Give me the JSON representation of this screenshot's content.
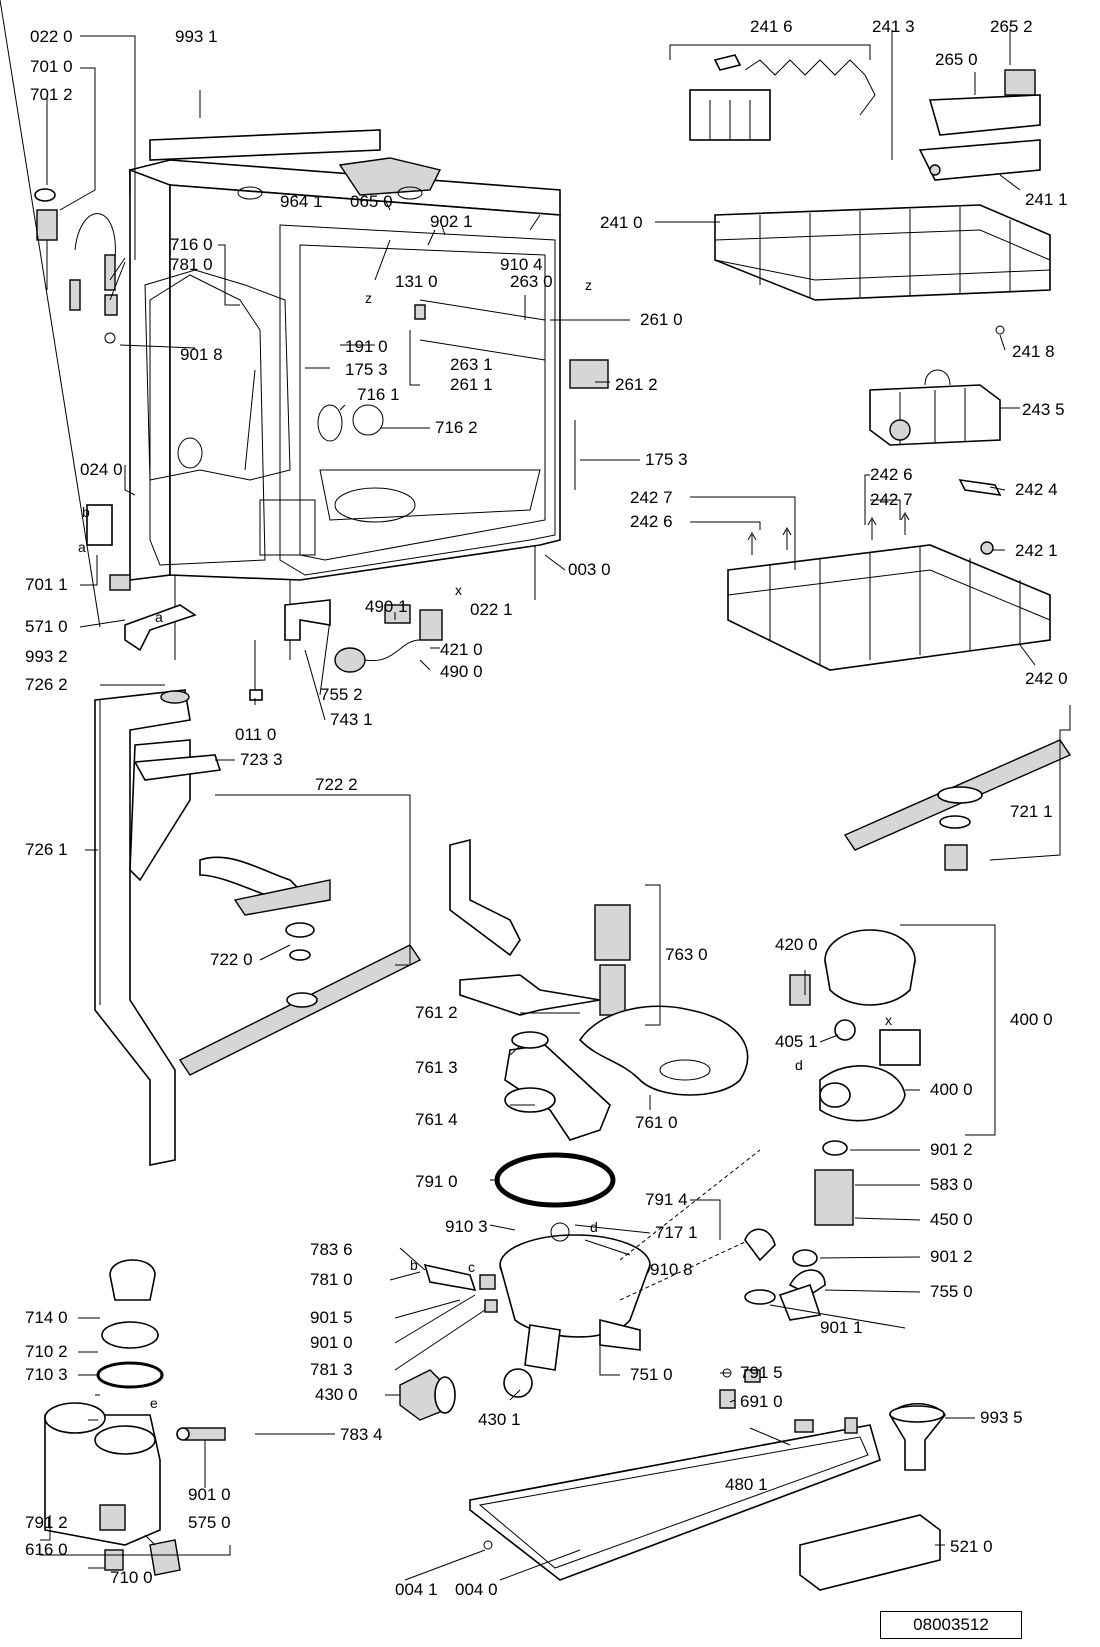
{
  "document_id": "08003512",
  "labels": [
    {
      "key": "l022_0",
      "text": "022 0"
    },
    {
      "key": "l993_1",
      "text": "993 1"
    },
    {
      "key": "l701_0",
      "text": "701 0"
    },
    {
      "key": "l701_2",
      "text": "701 2"
    },
    {
      "key": "l964_1",
      "text": "964 1"
    },
    {
      "key": "l065_0",
      "text": "065 0"
    },
    {
      "key": "l902_1",
      "text": "902 1"
    },
    {
      "key": "l910_4",
      "text": "910 4"
    },
    {
      "key": "l716_0",
      "text": "716 0"
    },
    {
      "key": "l781_0a",
      "text": "781 0"
    },
    {
      "key": "l131_0",
      "text": "131 0"
    },
    {
      "key": "l263_0",
      "text": "263 0"
    },
    {
      "key": "l261_0",
      "text": "261 0"
    },
    {
      "key": "l901_8",
      "text": "901 8"
    },
    {
      "key": "l191_0",
      "text": "191 0"
    },
    {
      "key": "l175_3a",
      "text": "175 3"
    },
    {
      "key": "l263_1",
      "text": "263 1"
    },
    {
      "key": "l261_1",
      "text": "261 1"
    },
    {
      "key": "l261_2",
      "text": "261 2"
    },
    {
      "key": "l716_1",
      "text": "716 1"
    },
    {
      "key": "l716_2",
      "text": "716 2"
    },
    {
      "key": "l175_3b",
      "text": "175 3"
    },
    {
      "key": "l024_0",
      "text": "024 0"
    },
    {
      "key": "l701_1",
      "text": "701 1"
    },
    {
      "key": "l003_0",
      "text": "003 0"
    },
    {
      "key": "l571_0",
      "text": "571 0"
    },
    {
      "key": "l490_1",
      "text": "490 1"
    },
    {
      "key": "l022_1",
      "text": "022 1"
    },
    {
      "key": "l993_2",
      "text": "993 2"
    },
    {
      "key": "l421_0",
      "text": "421 0"
    },
    {
      "key": "l490_0",
      "text": "490 0"
    },
    {
      "key": "l726_2",
      "text": "726 2"
    },
    {
      "key": "l755_2",
      "text": "755 2"
    },
    {
      "key": "l011_0",
      "text": "011 0"
    },
    {
      "key": "l743_1",
      "text": "743 1"
    },
    {
      "key": "l723_3",
      "text": "723 3"
    },
    {
      "key": "l722_2",
      "text": "722 2"
    },
    {
      "key": "l726_1",
      "text": "726 1"
    },
    {
      "key": "l722_0",
      "text": "722 0"
    },
    {
      "key": "l241_6",
      "text": "241 6"
    },
    {
      "key": "l241_3",
      "text": "241 3"
    },
    {
      "key": "l265_2",
      "text": "265 2"
    },
    {
      "key": "l265_0",
      "text": "265 0"
    },
    {
      "key": "l241_1",
      "text": "241 1"
    },
    {
      "key": "l241_0",
      "text": "241 0"
    },
    {
      "key": "l241_8",
      "text": "241 8"
    },
    {
      "key": "l243_5",
      "text": "243 5"
    },
    {
      "key": "l242_6a",
      "text": "242 6"
    },
    {
      "key": "l242_7a",
      "text": "242 7"
    },
    {
      "key": "l242_7b",
      "text": "242 7"
    },
    {
      "key": "l242_6b",
      "text": "242 6"
    },
    {
      "key": "l242_4",
      "text": "242 4"
    },
    {
      "key": "l242_1",
      "text": "242 1"
    },
    {
      "key": "l242_0",
      "text": "242 0"
    },
    {
      "key": "l721_1",
      "text": "721 1"
    },
    {
      "key": "l763_0",
      "text": "763 0"
    },
    {
      "key": "l420_0",
      "text": "420 0"
    },
    {
      "key": "l400_0a",
      "text": "400 0"
    },
    {
      "key": "l761_2",
      "text": "761 2"
    },
    {
      "key": "l405_1",
      "text": "405 1"
    },
    {
      "key": "l761_3",
      "text": "761 3"
    },
    {
      "key": "l400_0b",
      "text": "400 0"
    },
    {
      "key": "l761_4",
      "text": "761 4"
    },
    {
      "key": "l761_0",
      "text": "761 0"
    },
    {
      "key": "l901_2a",
      "text": "901 2"
    },
    {
      "key": "l791_0",
      "text": "791 0"
    },
    {
      "key": "l791_4",
      "text": "791 4"
    },
    {
      "key": "l583_0",
      "text": "583 0"
    },
    {
      "key": "l910_3",
      "text": "910 3"
    },
    {
      "key": "l717_1",
      "text": "717 1"
    },
    {
      "key": "l450_0",
      "text": "450 0"
    },
    {
      "key": "l783_6",
      "text": "783 6"
    },
    {
      "key": "l910_8",
      "text": "910 8"
    },
    {
      "key": "l901_2b",
      "text": "901 2"
    },
    {
      "key": "l781_0b",
      "text": "781 0"
    },
    {
      "key": "l755_0",
      "text": "755 0"
    },
    {
      "key": "l714_0",
      "text": "714 0"
    },
    {
      "key": "l901_5",
      "text": "901 5"
    },
    {
      "key": "l901_0a",
      "text": "901 0"
    },
    {
      "key": "l901_1",
      "text": "901 1"
    },
    {
      "key": "l710_2",
      "text": "710 2"
    },
    {
      "key": "l781_3",
      "text": "781 3"
    },
    {
      "key": "l791_5",
      "text": "791 5"
    },
    {
      "key": "l751_0",
      "text": "751 0"
    },
    {
      "key": "l691_0",
      "text": "691 0"
    },
    {
      "key": "l710_3",
      "text": "710 3"
    },
    {
      "key": "l430_0",
      "text": "430 0"
    },
    {
      "key": "l430_1",
      "text": "430 1"
    },
    {
      "key": "l783_4",
      "text": "783 4"
    },
    {
      "key": "l480_1",
      "text": "480 1"
    },
    {
      "key": "l993_5",
      "text": "993 5"
    },
    {
      "key": "l901_0b",
      "text": "901 0"
    },
    {
      "key": "l791_2",
      "text": "791 2"
    },
    {
      "key": "l575_0",
      "text": "575 0"
    },
    {
      "key": "l616_0",
      "text": "616 0"
    },
    {
      "key": "l521_0",
      "text": "521 0"
    },
    {
      "key": "l004_1",
      "text": "004 1"
    },
    {
      "key": "l004_0",
      "text": "004 0"
    },
    {
      "key": "l710_0",
      "text": "710 0"
    }
  ],
  "letters": [
    {
      "key": "la",
      "text": "a"
    },
    {
      "key": "lb",
      "text": "b"
    },
    {
      "key": "la2",
      "text": "a"
    },
    {
      "key": "lx",
      "text": "x"
    },
    {
      "key": "lz1",
      "text": "z"
    },
    {
      "key": "lz2",
      "text": "z"
    },
    {
      "key": "ld",
      "text": "d"
    },
    {
      "key": "lx2",
      "text": "x"
    },
    {
      "key": "ld2",
      "text": "d"
    },
    {
      "key": "lb2",
      "text": "b"
    },
    {
      "key": "lc",
      "text": "c"
    },
    {
      "key": "le",
      "text": "e"
    }
  ]
}
